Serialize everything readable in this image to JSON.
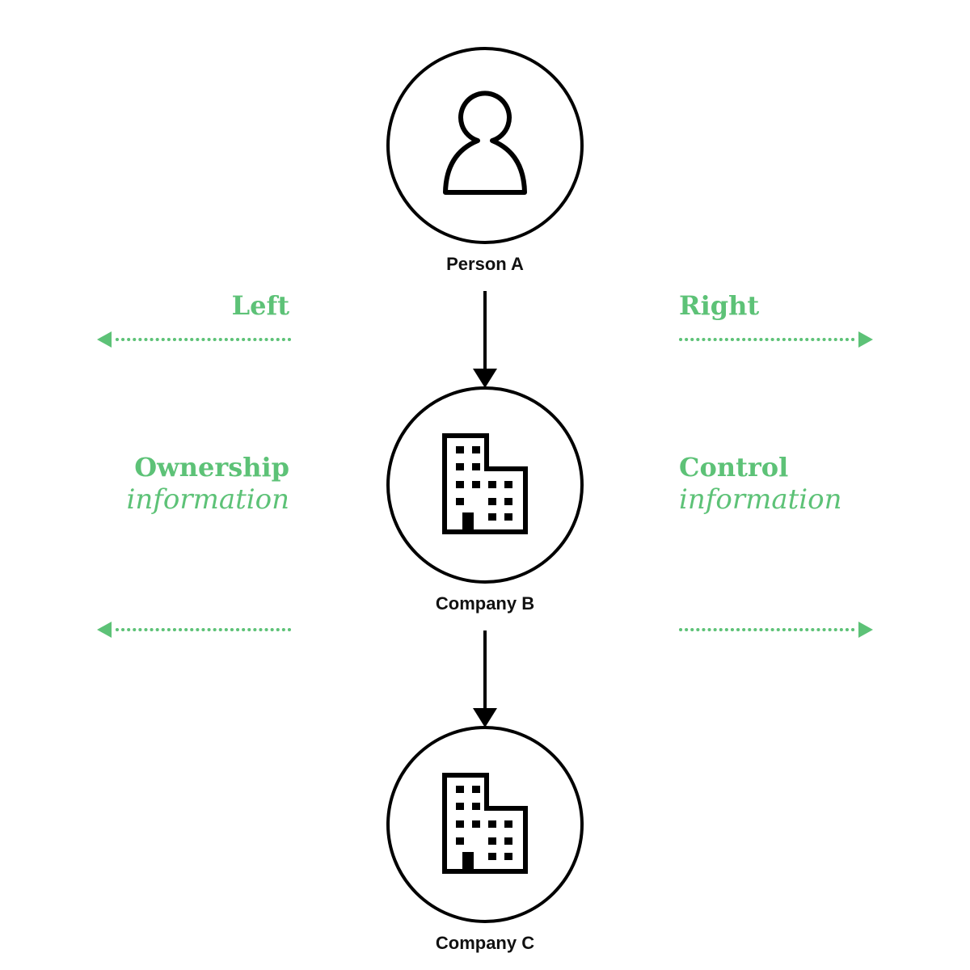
{
  "colors": {
    "accent": "#5dc277",
    "ink": "#000000"
  },
  "nodes": [
    {
      "id": "person-a",
      "label": "Person A",
      "icon": "person-icon"
    },
    {
      "id": "company-b",
      "label": "Company B",
      "icon": "building-icon"
    },
    {
      "id": "company-c",
      "label": "Company C",
      "icon": "building-icon"
    }
  ],
  "edges": [
    {
      "from": "person-a",
      "to": "company-b"
    },
    {
      "from": "company-b",
      "to": "company-c"
    }
  ],
  "left": {
    "direction": "Left",
    "title": "Ownership",
    "subtitle": "information"
  },
  "right": {
    "direction": "Right",
    "title": "Control",
    "subtitle": "information"
  }
}
